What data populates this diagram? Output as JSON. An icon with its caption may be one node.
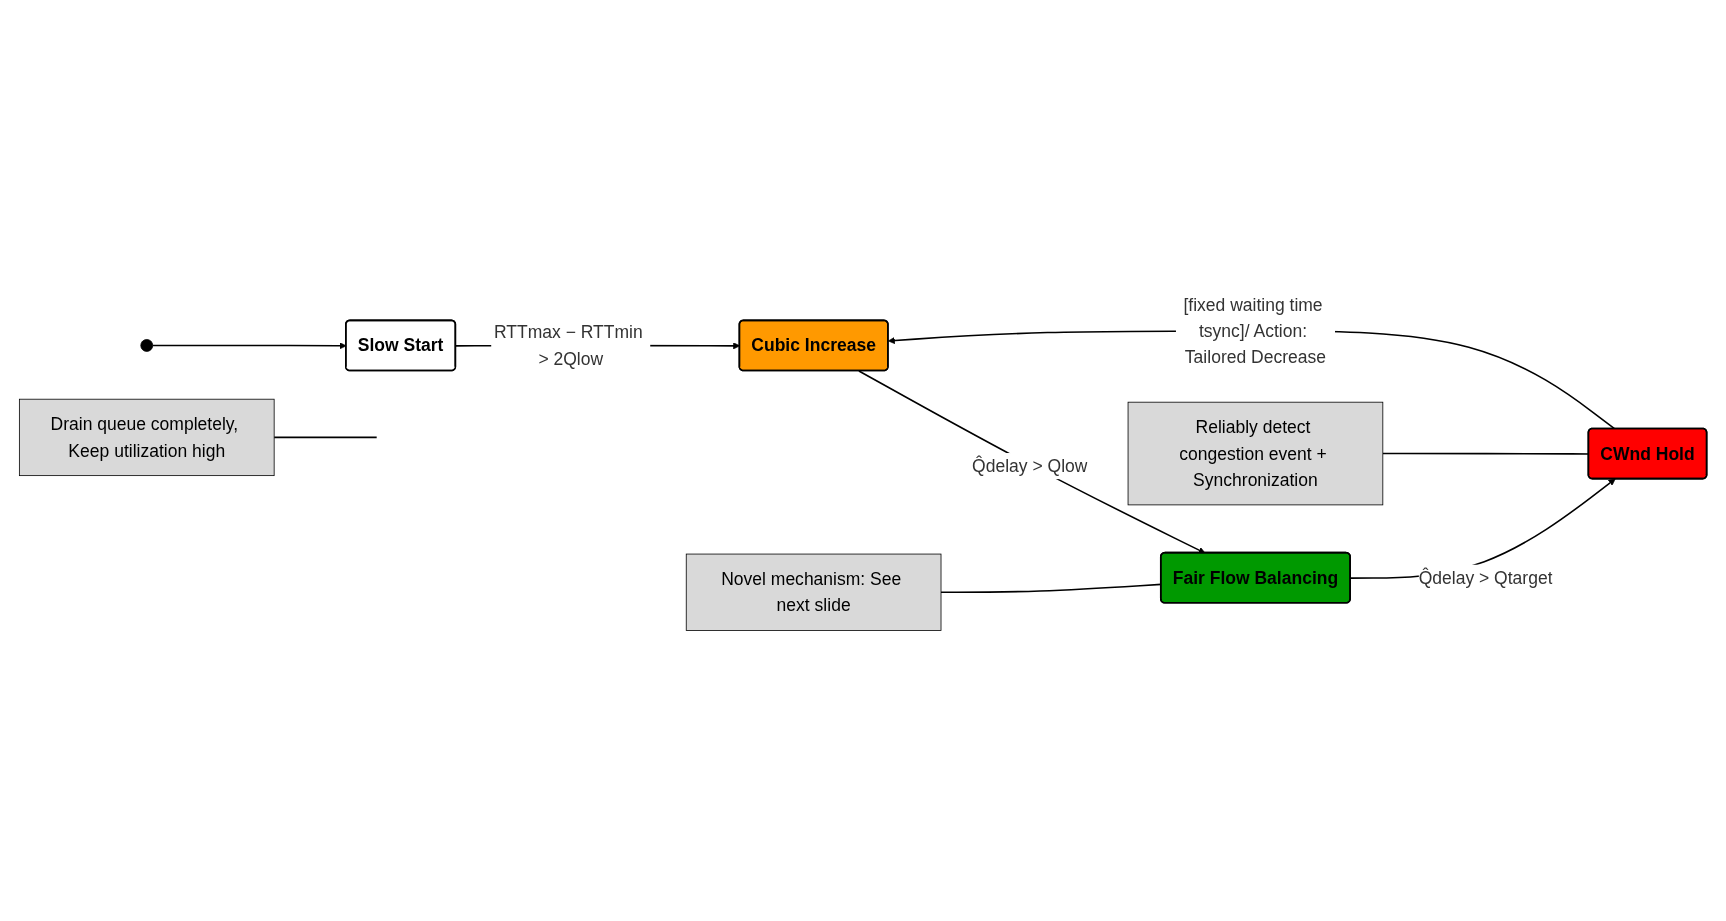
{
  "diagram": {
    "nodes": [
      {
        "text": [],
        "shape": "circle"
      },
      {
        "text": [
          "Slow Start"
        ]
      },
      {
        "text": [
          "Cubic Increase"
        ]
      },
      {
        "text": [
          "Fair Flow Balancing"
        ]
      },
      {
        "text": [
          "CWnd Hold"
        ]
      },
      {
        "text": [
          "Novel mechanism: See next slide"
        ]
      },
      {
        "text": [
          "Drain queue completely, Keep utilization high"
        ]
      },
      {
        "text": [
          "Reliably detect congestion event + Synchronization"
        ]
      }
    ],
    "edges": [
      {
        "from": 0,
        "to": 1,
        "arrow": "to"
      },
      {
        "from": 1,
        "to": 2,
        "arrow": "to",
        "label": "RTTmax − RTTmin > 2Qlow"
      },
      {
        "from": 2,
        "to": 3,
        "arrow": "to",
        "label": "Q̂delay > Qlow"
      },
      {
        "from": 3,
        "to": 4,
        "arrow": "to",
        "label": "Q̂delay > Qtarget"
      },
      {
        "from": 4,
        "to": 2,
        "arrow": "to",
        "label": "[fixed waiting time tsync]/ Action: Tailored Decrease"
      },
      {
        "from": 5,
        "to": 3,
        "arrow": "none"
      },
      {
        "from": 6,
        "to": null,
        "arrow": "none"
      },
      {
        "from": 7,
        "to": 4,
        "arrow": "none"
      }
    ]
  }
}
